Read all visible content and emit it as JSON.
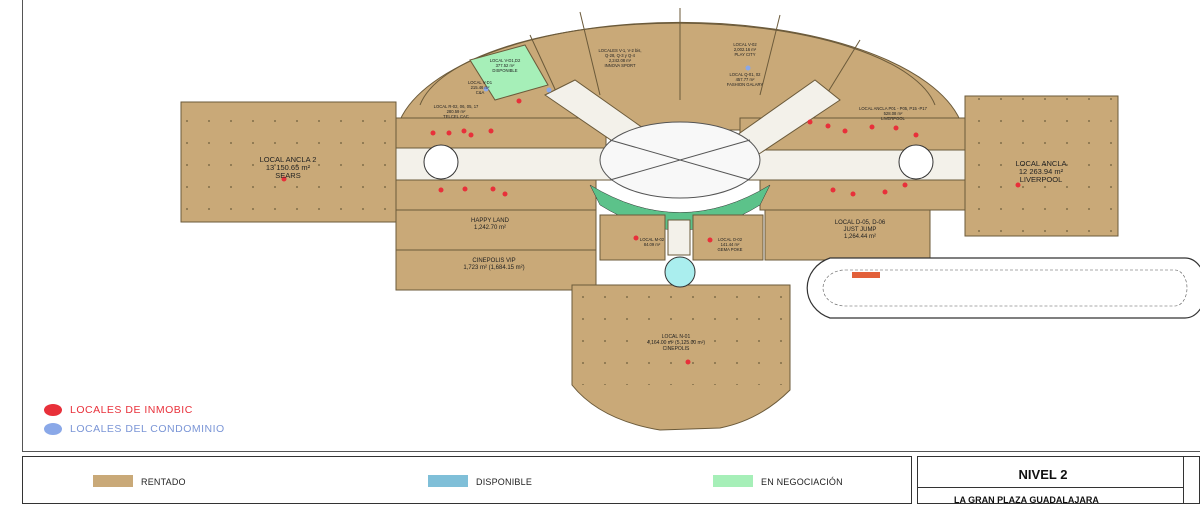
{
  "map": {
    "anchors": [
      {
        "id": "sears",
        "name": "LOCAL ANCLA 2",
        "area": "13 150.65 m²",
        "tenant": "SEARS"
      },
      {
        "id": "liverpool",
        "name": "LOCAL ANCLA",
        "area": "12 263.94 m²",
        "tenant": "LIVERPOOL"
      },
      {
        "id": "cinepolis-vip",
        "name": "CINEPOLIS VIP",
        "area": "1,723 m² (1,684.15 m²)",
        "tenant": ""
      },
      {
        "id": "happy-land",
        "name": "HAPPY LAND",
        "area": "1,242.70 m²",
        "tenant": ""
      },
      {
        "id": "local-n01",
        "name": "LOCAL N-01",
        "area": "4,164.00 m² (5,125.00 m²)",
        "tenant": "CINEPOLIS"
      },
      {
        "id": "just-jump",
        "name": "LOCAL D-05, D-06",
        "area": "1,264.44 m²",
        "tenant": "JUST JUMP"
      }
    ],
    "small_labels": {
      "v1": [
        "LOCALES V-1, V-2 bis,",
        "Q-28, Q-3 y Q-4",
        "2,242.08 m²",
        "INNOVA SPORT"
      ],
      "v02": [
        "LOCAL V-02",
        "2,002.16 m²",
        "PLAY CITY"
      ],
      "q01": [
        "LOCAL Q-01, 02",
        "457.77 m²",
        "FASHION GALARY"
      ],
      "vd3": [
        "LOCAL V-D1,D2",
        "377.52 m²",
        "DISPONIBLE"
      ],
      "vd1": [
        "LOCAL V-D1",
        "215.46 m²",
        "C&A"
      ],
      "p01": [
        "LOCAL ANCLA P01 - P05, P15 -P17",
        "528.08 m²",
        "LIVERPOOL"
      ],
      "r02": [
        "LOCAL R-02, 06, 05, 17",
        "280.59 m²",
        "TELCEL CAC"
      ],
      "m02": [
        "LOCAL M-02",
        "84.09 m²"
      ],
      "o02": [
        "LOCAL O-02",
        "141.44 m²",
        "GEMA POKE"
      ]
    }
  },
  "legend": {
    "inmobic": {
      "label": "LOCALES DE INMOBIC",
      "color": "#e8303a"
    },
    "condominio": {
      "label": "LOCALES DEL CONDOMINIO",
      "color": "#8aa8e8"
    },
    "rentado": {
      "label": "RENTADO",
      "color": "#c9a978"
    },
    "disponible": {
      "label": "DISPONIBLE",
      "color": "#7fbfd8"
    },
    "negociacion": {
      "label": "EN NEGOCIACIÓN",
      "color": "#a6efb8"
    }
  },
  "title_block": {
    "level": "NIVEL 2",
    "plaza": "LA GRAN PLAZA GUADALAJARA"
  }
}
